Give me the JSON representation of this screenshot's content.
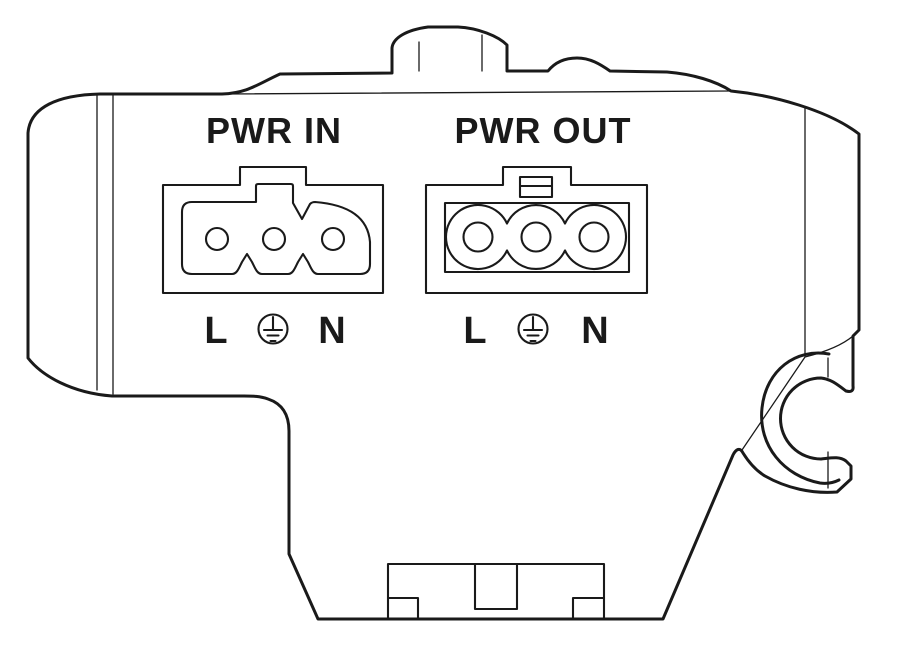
{
  "figure": {
    "colors": {
      "line": "#1a1a1a",
      "background": "#ffffff"
    },
    "connectors": [
      {
        "title": "PWR IN",
        "left_pin_label": "L",
        "right_pin_label": "N",
        "center_symbol": "protective-earth-icon"
      },
      {
        "title": "PWR OUT",
        "left_pin_label": "L",
        "right_pin_label": "N",
        "center_symbol": "protective-earth-icon"
      }
    ]
  }
}
